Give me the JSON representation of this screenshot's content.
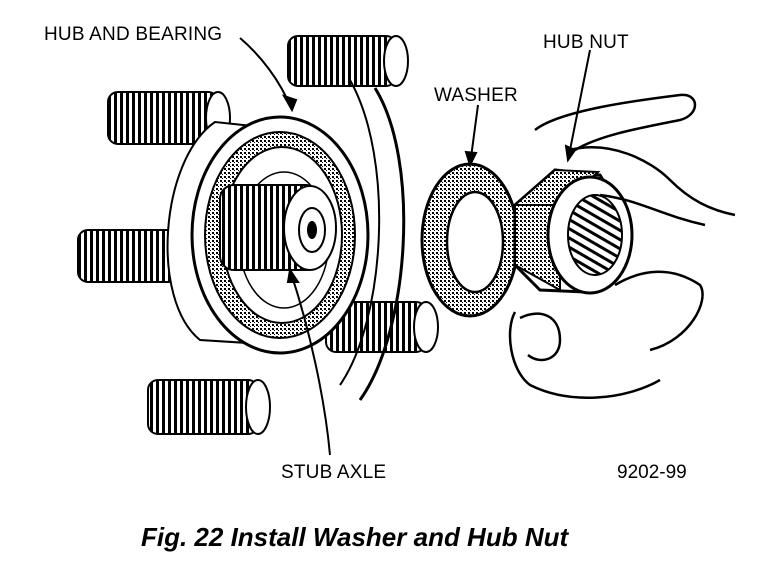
{
  "labels": {
    "hub_and_bearing": "HUB AND BEARING",
    "hub_nut": "HUB NUT",
    "washer": "WASHER",
    "stub_axle": "STUB AXLE"
  },
  "figure_code": "9202-99",
  "caption": "Fig. 22 Install Washer and Hub Nut",
  "colors": {
    "ink": "#000000",
    "paper": "#ffffff",
    "shade": "#9a9a9a"
  }
}
